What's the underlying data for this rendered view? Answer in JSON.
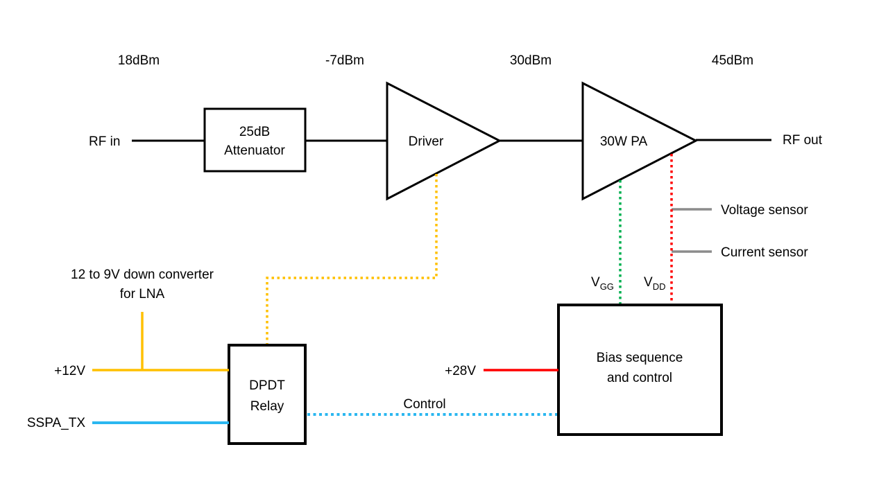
{
  "power_labels": [
    "18dBm",
    "-7dBm",
    "30dBm",
    "45dBm"
  ],
  "rf": {
    "in_label": "RF in",
    "out_label": "RF out"
  },
  "blocks": {
    "attenuator": {
      "line1": "25dB",
      "line2": "Attenuator"
    },
    "driver": {
      "label": "Driver"
    },
    "pa": {
      "label": "30W PA"
    },
    "dpdt_relay": {
      "line1": "DPDT",
      "line2": "Relay"
    },
    "bias": {
      "line1": "Bias sequence",
      "line2": "and control"
    }
  },
  "sensors": {
    "voltage": "Voltage sensor",
    "current": "Current sensor"
  },
  "bias_rails": {
    "vgg": {
      "main": "V",
      "sub": "GG"
    },
    "vdd": {
      "main": "V",
      "sub": "DD"
    }
  },
  "io": {
    "plus12v": "+12V",
    "sspa_tx": "SSPA_TX",
    "plus28v": "+28V",
    "control": "Control",
    "converter_line1": "12 to 9V down converter",
    "converter_line2": "for LNA"
  },
  "colors": {
    "yellow": "#FFC000",
    "blue": "#2BB7F0",
    "red": "#FF0000",
    "green": "#00B050",
    "gray": "#8C8C8C",
    "black": "#000000"
  }
}
